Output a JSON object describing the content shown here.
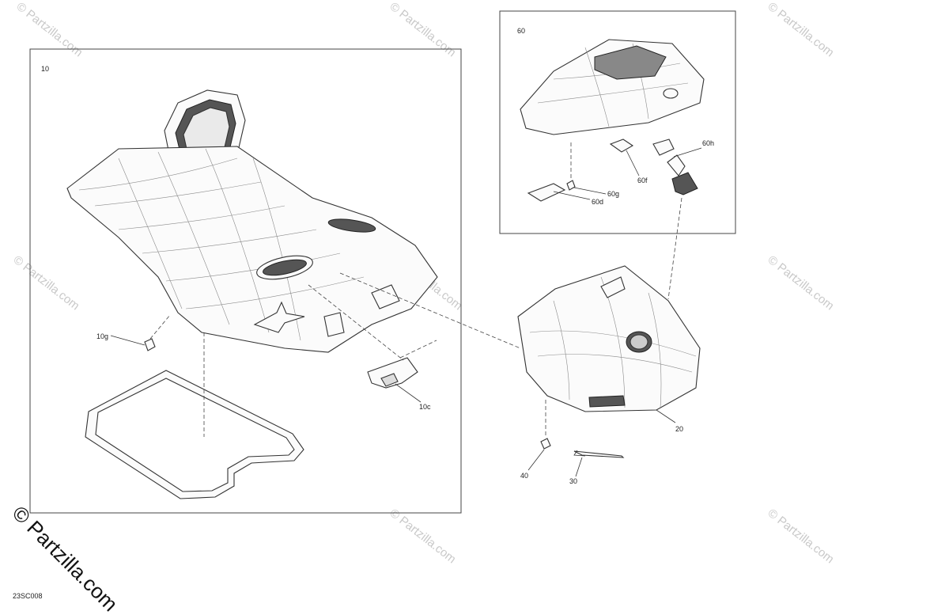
{
  "drawing_code": "23SC008",
  "watermark": {
    "text": "© Partzilla.com",
    "primary_text": "© Partzilla.com"
  },
  "groups": [
    {
      "id": "10",
      "label": "10"
    },
    {
      "id": "60",
      "label": "60"
    }
  ],
  "callouts": [
    {
      "label": "10"
    },
    {
      "label": "10g"
    },
    {
      "label": "10c"
    },
    {
      "label": "60"
    },
    {
      "label": "60h"
    },
    {
      "label": "60f"
    },
    {
      "label": "60g"
    },
    {
      "label": "60d"
    },
    {
      "label": "20"
    },
    {
      "label": "40"
    },
    {
      "label": "30"
    }
  ]
}
